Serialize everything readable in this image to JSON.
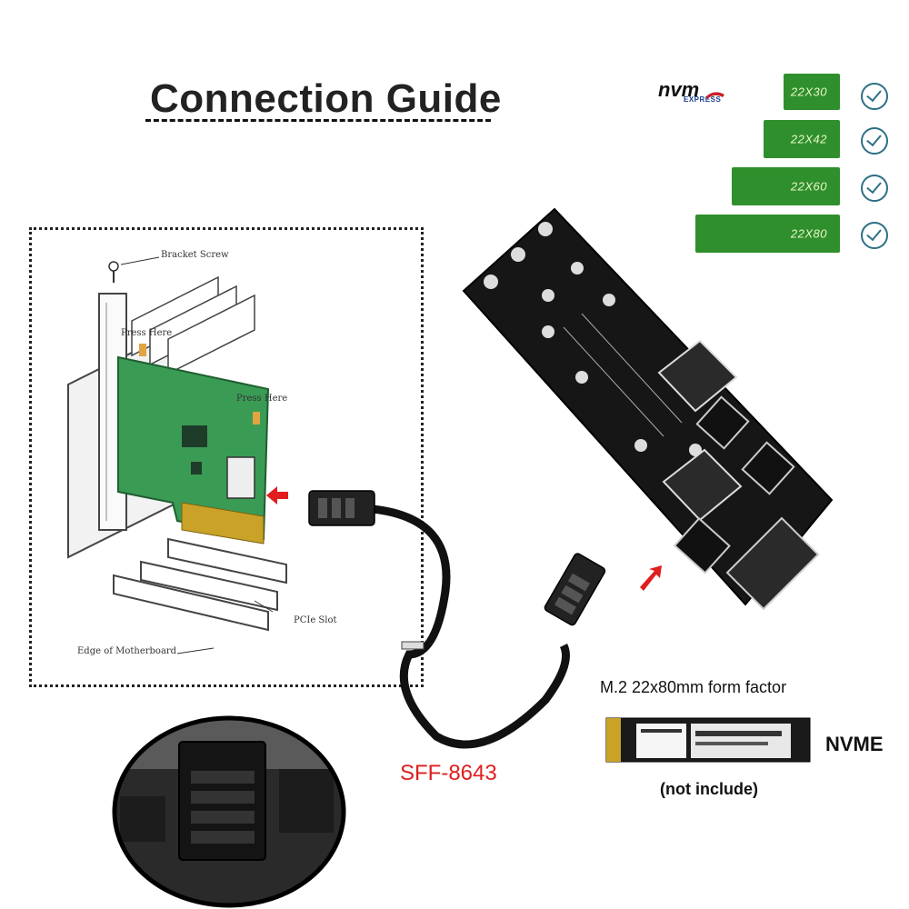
{
  "header": {
    "title": "Connection Guide"
  },
  "logo": {
    "nvm": "nvm",
    "express": "EXPRESS"
  },
  "form_factors": [
    "22X30",
    "22X42",
    "22X60",
    "22X80"
  ],
  "diagram": {
    "bracket_screw": "Bracket Screw",
    "press_here_1": "Press Here",
    "press_here_2": "Press Here",
    "pcie_slot": "PCIe Slot",
    "edge_motherboard": "Edge of Motherboard"
  },
  "cable": {
    "label": "SFF-8643"
  },
  "ssd": {
    "form_factor": "M.2 22x80mm form factor",
    "type": "NVME",
    "note": "(not include)"
  },
  "colors": {
    "pcb_green": "#3a9b55",
    "card_green": "#2f8f2c",
    "arrow_red": "#e01e1e",
    "check_teal": "#2d6f86"
  }
}
